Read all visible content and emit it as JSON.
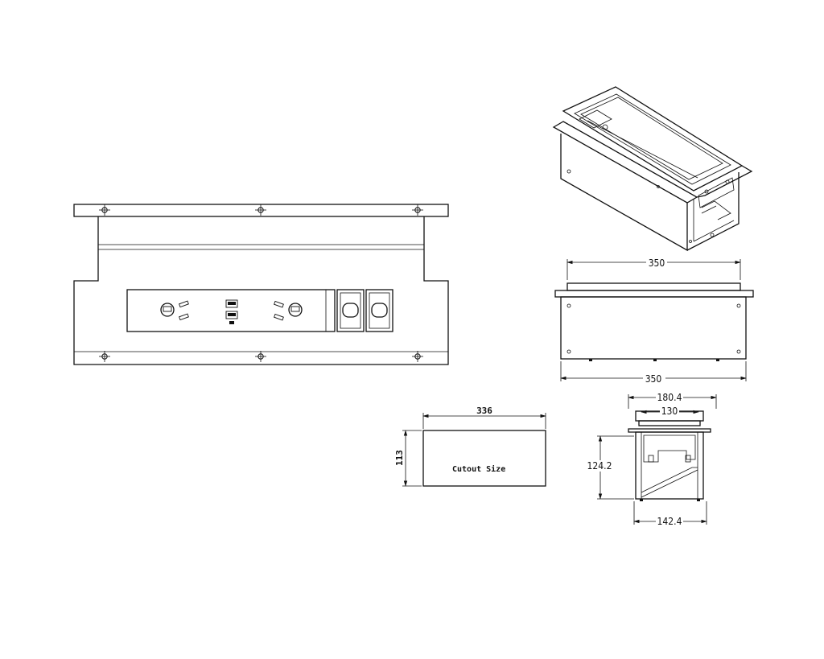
{
  "dimensions": {
    "top_length": "350",
    "bottom_length": "350",
    "cutout_length": "336",
    "cutout_width": "113",
    "side_top_width": "180.4",
    "side_inner_width": "130",
    "side_height": "124.2",
    "side_bottom_width": "142.4"
  },
  "labels": {
    "cutout": "Cutout Size"
  }
}
